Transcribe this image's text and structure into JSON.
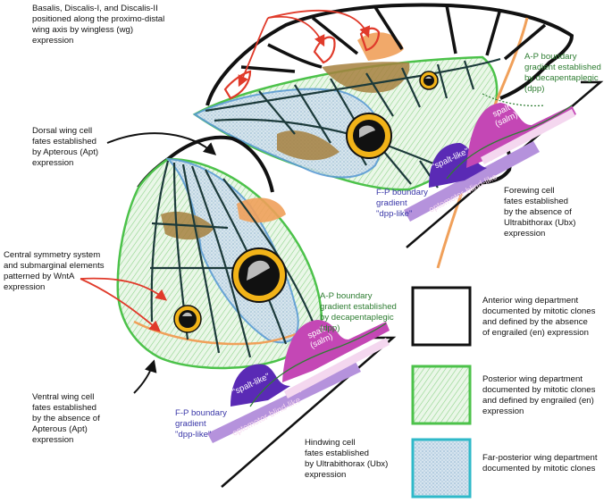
{
  "annotations": {
    "wingless": [
      "Basalis, Discalis-I, and Discalis-II",
      "positioned along the proximo-distal",
      "wing axis by wingless (wg)",
      "expression"
    ],
    "apterous_dorsal": [
      "Dorsal wing cell",
      "fates established",
      "by Apterous (Apt)",
      "expression"
    ],
    "wnta": [
      "Central symmetry system",
      "and submarginal elements",
      "patterned by WntA",
      "expression"
    ],
    "apterous_ventral": [
      "Ventral wing cell",
      "fates established",
      "by the absence of",
      "Apterous (Apt)",
      "expression"
    ],
    "forewing_ap": [
      "A-P boundary",
      "gradient established",
      "by decapentaplegic",
      "(dpp)"
    ],
    "forewing_fp": [
      "F-P boundary",
      "gradient",
      "\"dpp-like\""
    ],
    "forewing_ubx": [
      "Forewing cell",
      "fates established",
      "by the absence of",
      "Ultrabithorax (Ubx)",
      "expression"
    ],
    "hindwing_ap": [
      "A-P boundary",
      "gradient established",
      "by decapentaplegic",
      "(dpp)"
    ],
    "hindwing_fp": [
      "F-P boundary",
      "gradient",
      "\"dpp-like\""
    ],
    "hindwing_ubx": [
      "Hindwing cell",
      "fates established",
      "by Ultrabithorax (Ubx)",
      "expression"
    ]
  },
  "gradient_labels": {
    "spalt_line1": "spalt",
    "spalt_line2": "(salm)",
    "spalt_like": "\"spalt-like\"",
    "optomotor": "optomotor-blind",
    "optomotor_like": "optomotor-blind-like"
  },
  "legend": [
    {
      "key": "anterior",
      "color": "#111111",
      "fill": "none",
      "lines": [
        "Anterior wing department",
        "documented by mitotic clones",
        "and defined by the absence",
        "of engrailed (en) expression"
      ]
    },
    {
      "key": "posterior",
      "color": "#4cc24a",
      "fill": "hatch",
      "lines": [
        "Posterior wing department",
        "documented by mitotic clones",
        "and defined by engrailed (en)",
        "expression"
      ]
    },
    {
      "key": "far_posterior",
      "color": "#2fb9c9",
      "fill": "dots",
      "lines": [
        "Far-posterior wing department",
        "documented by mitotic clones"
      ]
    }
  ],
  "colors": {
    "anterior_outline": "#111111",
    "posterior_outline": "#4cc24a",
    "far_posterior_outline": "#5b9bd5",
    "orange_element": "#f0a05a",
    "brown_element": "#a6803e",
    "eyespot_ring": "#f2b318",
    "red_arrow": "#e03a2a",
    "spalt_magenta": "#c447b5",
    "spalt_like_purple": "#5a2ab5",
    "optomotor_lilac": "#b592dc"
  }
}
